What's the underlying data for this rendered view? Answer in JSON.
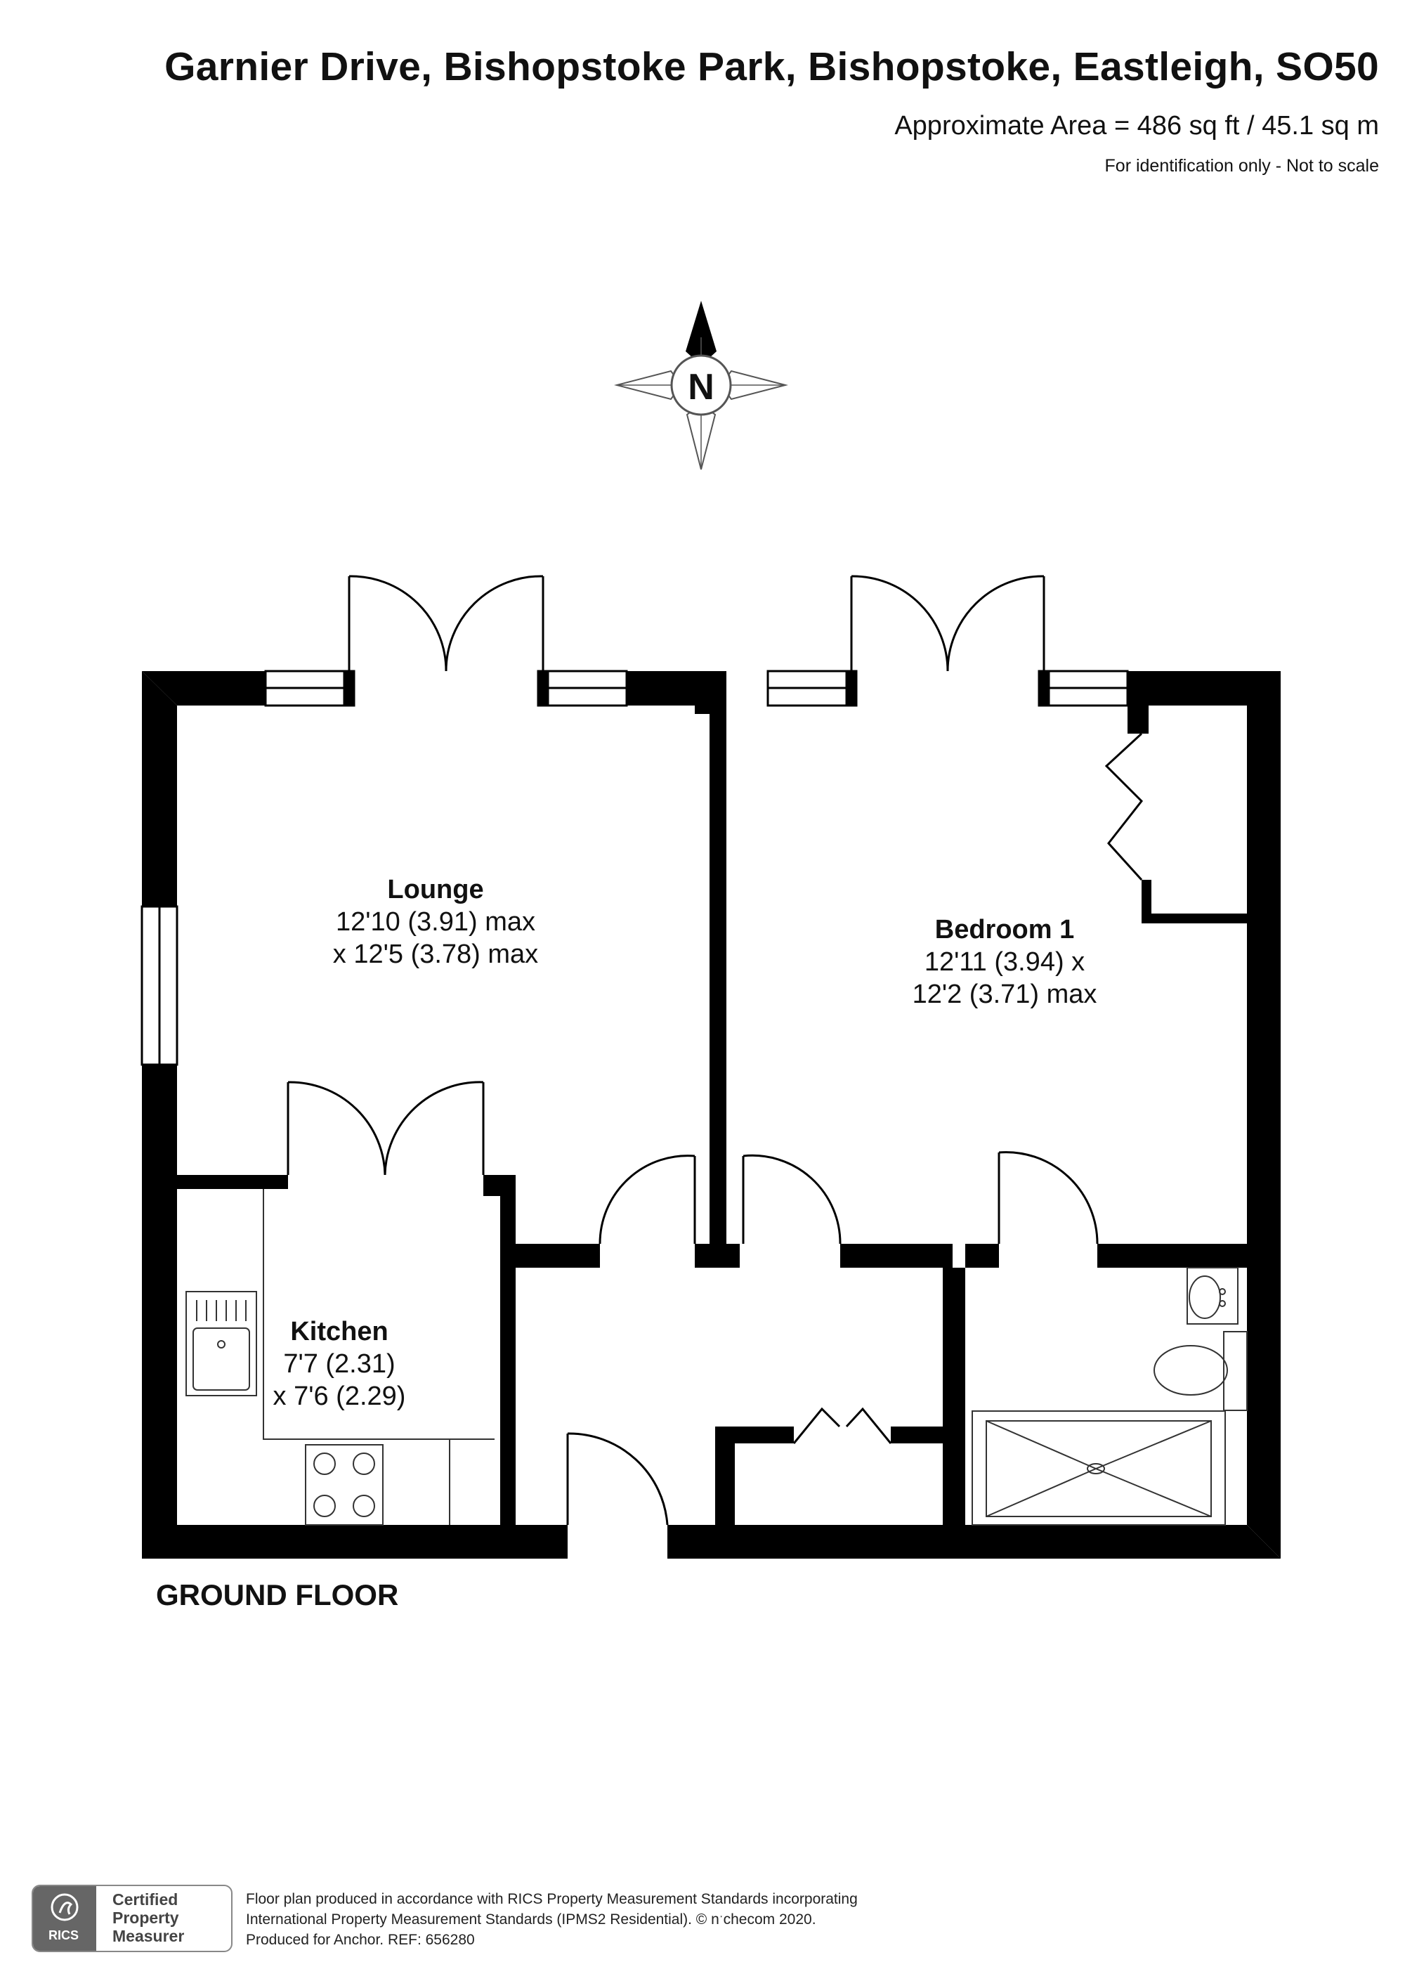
{
  "header": {
    "title": "Garnier Drive, Bishopstoke Park, Bishopstoke, Eastleigh, SO50",
    "area": "Approximate Area = 486 sq ft / 45.1 sq m",
    "note": "For identification only - Not to scale"
  },
  "compass": {
    "letter": "N"
  },
  "rooms": {
    "lounge": {
      "name": "Lounge",
      "dim1": "12'10 (3.91) max",
      "dim2": "x 12'5 (3.78) max"
    },
    "bedroom": {
      "name": "Bedroom 1",
      "dim1": "12'11 (3.94) x",
      "dim2": "12'2 (3.71) max"
    },
    "kitchen": {
      "name": "Kitchen",
      "dim1": "7'7 (2.31)",
      "dim2": "x 7'6 (2.29)"
    }
  },
  "floor_label": "GROUND FLOOR",
  "footer": {
    "badge_rics": "RICS",
    "badge_line1": "Certified",
    "badge_line2": "Property",
    "badge_line3": "Measurer",
    "line1": "Floor plan produced in accordance with RICS Property Measurement Standards incorporating",
    "line2": "International Property Measurement Standards (IPMS2 Residential).   © nˑchecom 2020.",
    "line3": "Produced for Anchor.   REF:  656280"
  },
  "colors": {
    "wall": "#000000",
    "ink": "#111111",
    "fixture_stroke": "#333333"
  }
}
